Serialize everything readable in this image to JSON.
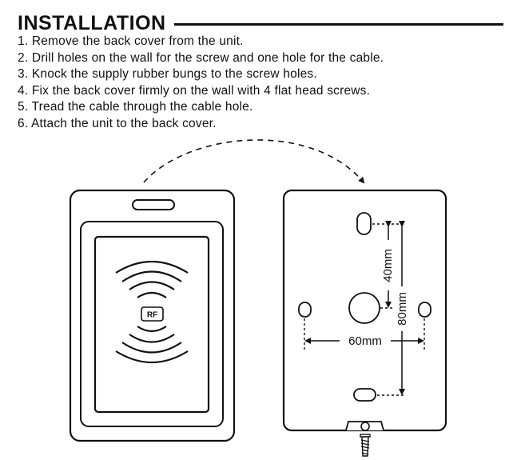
{
  "title": "INSTALLATION",
  "steps": [
    "1. Remove the back cover from the unit.",
    "2. Drill holes on the wall for the screw and one hole for the cable.",
    "3. Knock the supply rubber bungs to the screw holes.",
    "4. Fix the back cover firmly on the wall with 4 flat head screws.",
    "5. Tread the cable through the cable hole.",
    "6. Attach the unit to the back cover."
  ],
  "diagram": {
    "rf_label": "RF",
    "vertical_short": "40mm",
    "vertical_long": "80mm",
    "horizontal": "60mm"
  }
}
